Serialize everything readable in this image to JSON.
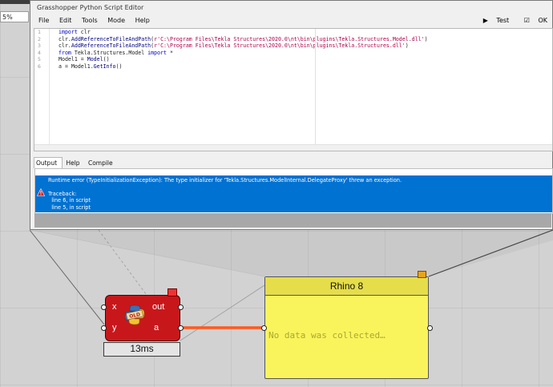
{
  "canvas": {
    "zoom": "5%"
  },
  "editor": {
    "title": "Grasshopper Python Script Editor",
    "menu": [
      "File",
      "Edit",
      "Tools",
      "Mode",
      "Help"
    ],
    "test_label": "Test",
    "ok_label": "OK",
    "line_numbers": [
      "1",
      "2",
      "3",
      "4",
      "5",
      "6"
    ],
    "output_tabs": [
      "Output",
      "Help",
      "Compile"
    ],
    "output_lines": [
      "Runtime error (TypeInitializationException): The type initializer for 'Tekla.Structures.ModelInternal.DelegateProxy' threw an exception.",
      "",
      "Traceback:",
      "  line 6, in script",
      "  line 5, in script"
    ]
  },
  "component": {
    "inputs": [
      "x",
      "y"
    ],
    "outputs": [
      "out",
      "a"
    ],
    "timing": "13ms",
    "icon": "python-old-icon"
  },
  "panel": {
    "title": "Rhino 8",
    "content": "No data was collected…"
  },
  "colors": {
    "component_red": "#c8171b",
    "panel_yellow": "#faf45c",
    "wire": "#ff5a1e",
    "error_selection": "#0072d2"
  }
}
